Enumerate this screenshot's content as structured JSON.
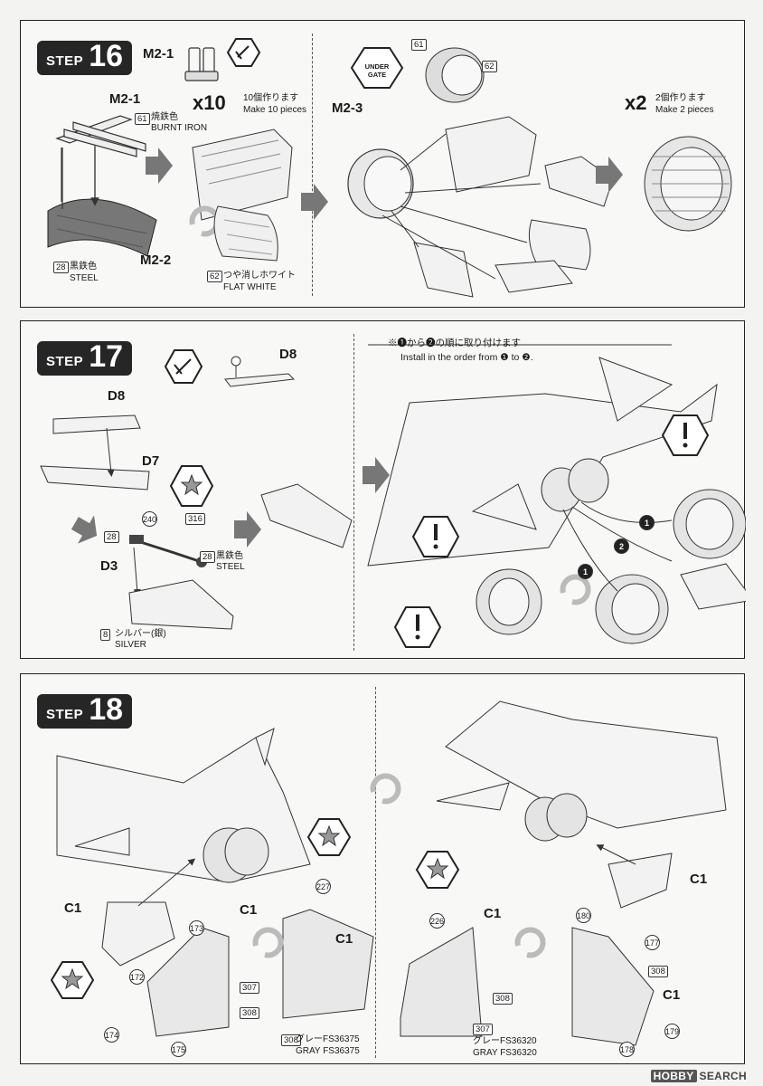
{
  "steps": {
    "s16": {
      "badge_word": "STEP",
      "badge_num": "16",
      "part_m21_top": "M2-1",
      "part_m21": "M2-1",
      "part_m22": "M2-2",
      "part_m23": "M2-3",
      "color61_num": "61",
      "color61_jp": "焼鉄色",
      "color61_en": "BURNT IRON",
      "color28_num": "28",
      "color28_jp": "黒鉄色",
      "color28_en": "STEEL",
      "color62_num": "62",
      "color62_jp": "つや消しホワイト",
      "color62_en": "FLAT WHITE",
      "x10": "x10",
      "make10_jp": "10個作ります",
      "make10_en": "Make 10 pieces",
      "x2": "x2",
      "make2_jp": "2個作ります",
      "make2_en": "Make 2 pieces",
      "under_gate": "UNDER GATE",
      "cap61": "61",
      "cap62": "62"
    },
    "s17": {
      "badge_word": "STEP",
      "badge_num": "17",
      "part_d8_top": "D8",
      "part_d8": "D8",
      "part_d7": "D7",
      "part_d3": "D3",
      "decal240": "240",
      "decal316": "316",
      "c28a": "28",
      "c28b": "28",
      "c28_jp": "黒鉄色",
      "c28_en": "STEEL",
      "c8_num": "8",
      "c8_jp": "シルバー(銀)",
      "c8_en": "SILVER",
      "note_jp": "※❶から❷の順に取り付けます",
      "note_en": "Install in the order from ❶ to ❷.",
      "order1": "1",
      "order2": "2",
      "order1b": "1"
    },
    "s18": {
      "badge_word": "STEP",
      "badge_num": "18",
      "c1_a": "C1",
      "c1_b": "C1",
      "c1_c": "C1",
      "c1_d": "C1",
      "c1_e": "C1",
      "c1_f": "C1",
      "d173": "173",
      "d172": "172",
      "d174": "174",
      "d175": "175",
      "d307a": "307",
      "d308a": "308",
      "d227": "227",
      "d308b": "308",
      "gray375_jp": "グレーFS36375",
      "gray375_en": "GRAY FS36375",
      "d226": "226",
      "d308c": "308",
      "d307b": "307",
      "gray320_jp": "グレーFS36320",
      "gray320_en": "GRAY FS36320",
      "d180": "180",
      "d177": "177",
      "d308d": "308",
      "d179": "179",
      "d178": "178"
    }
  },
  "watermark": {
    "brand": "HOBBY",
    "rest": "SEARCH"
  }
}
